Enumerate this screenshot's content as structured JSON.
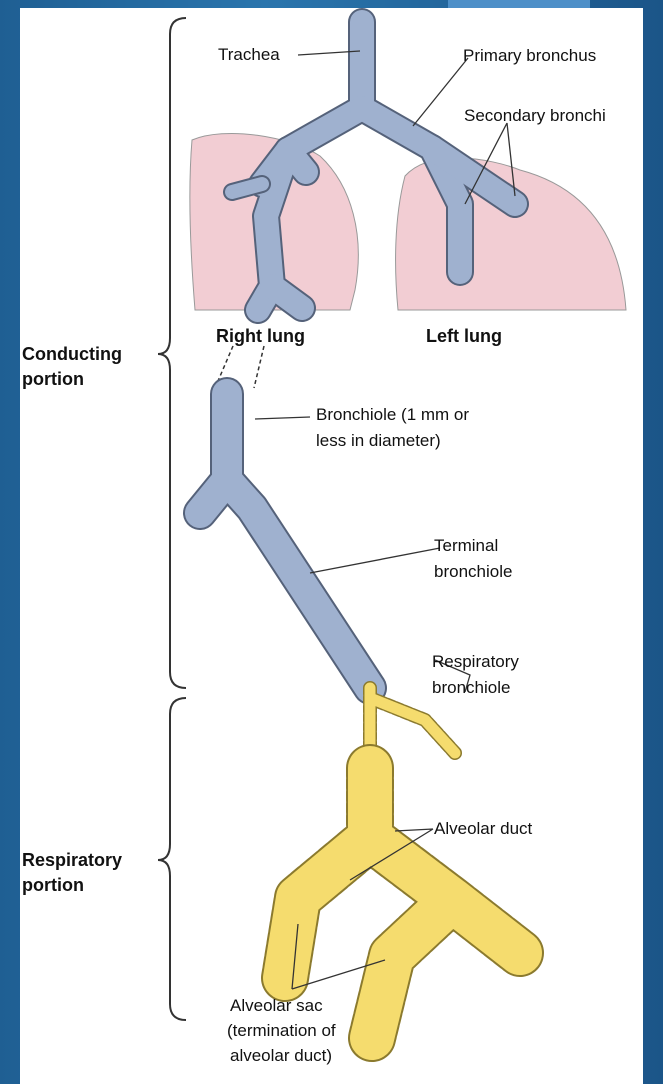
{
  "labels": {
    "trachea": "Trachea",
    "primary_bronchus": "Primary bronchus",
    "secondary_bronchi": "Secondary bronchi",
    "right_lung": "Right lung",
    "left_lung": "Left lung",
    "bronchiole_line1": "Bronchiole (1 mm or",
    "bronchiole_line2": "less in diameter)",
    "terminal_line1": "Terminal",
    "terminal_line2": "bronchiole",
    "respiratory_line1": "Respiratory",
    "respiratory_line2": "bronchiole",
    "alveolar_duct": "Alveolar duct",
    "alveolar_sac_line1": "Alveolar sac",
    "alveolar_sac_line2": "(termination of",
    "alveolar_sac_line3": "alveolar duct)",
    "conducting_line1": "Conducting",
    "conducting_line2": "portion",
    "respiratory_portion_line1": "Respiratory",
    "respiratory_portion_line2": "portion"
  },
  "colors": {
    "lung": "#f2cdd3",
    "airway": "#9fb1cf",
    "airway_outline": "#55627a",
    "alveolar": "#f5dc6e",
    "alveolar_outline": "#8b7a2e"
  }
}
